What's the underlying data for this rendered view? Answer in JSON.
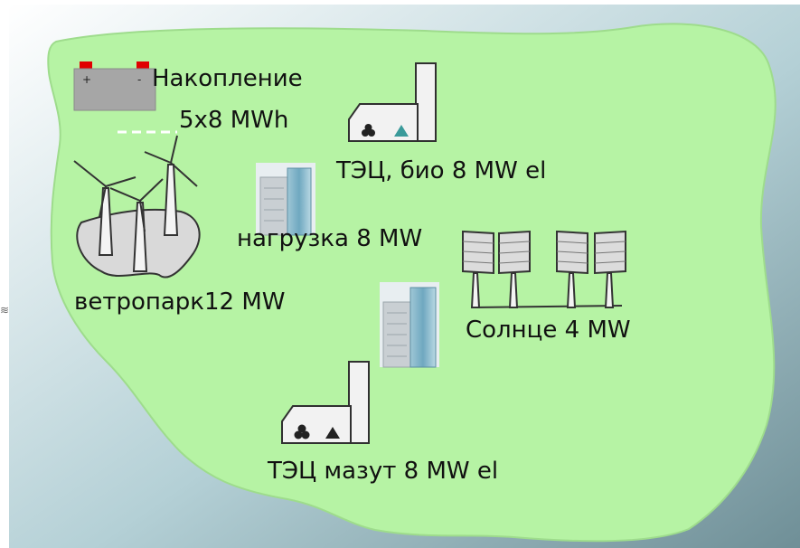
{
  "colors": {
    "background_gradient": [
      "#ffffff",
      "#b4d0d6",
      "#6f8f97"
    ],
    "island": "#b6f3a4",
    "island_stroke": "#9edc8c",
    "battery": "#a6a6a6",
    "battery_terminal": "#e00000",
    "plant_body": "#f2f2f2",
    "plant_stroke": "#303030",
    "building_glass": "#7cb4c9"
  },
  "labels": {
    "storage_line1": "Накопление",
    "storage_line2": "5x8 MWh",
    "chp_bio": "ТЭЦ, био 8 MW el",
    "wind_park": "ветропарк12 MW",
    "load": "нагрузка 8 MW",
    "solar": "Солнце 4 MW",
    "chp_fuel_oil": "ТЭЦ мазут  8 MW el"
  },
  "battery_marks": {
    "plus": "+",
    "minus": "-"
  },
  "icons": {
    "battery": "battery-icon",
    "chp_bio": "power-plant-icon",
    "chp_fuel_oil": "power-plant-icon",
    "wind_park": "wind-turbines-icon",
    "load_1": "office-building-icon",
    "load_2": "office-building-icon",
    "solar": "solar-panels-icon"
  },
  "edge_glyph": "≋"
}
